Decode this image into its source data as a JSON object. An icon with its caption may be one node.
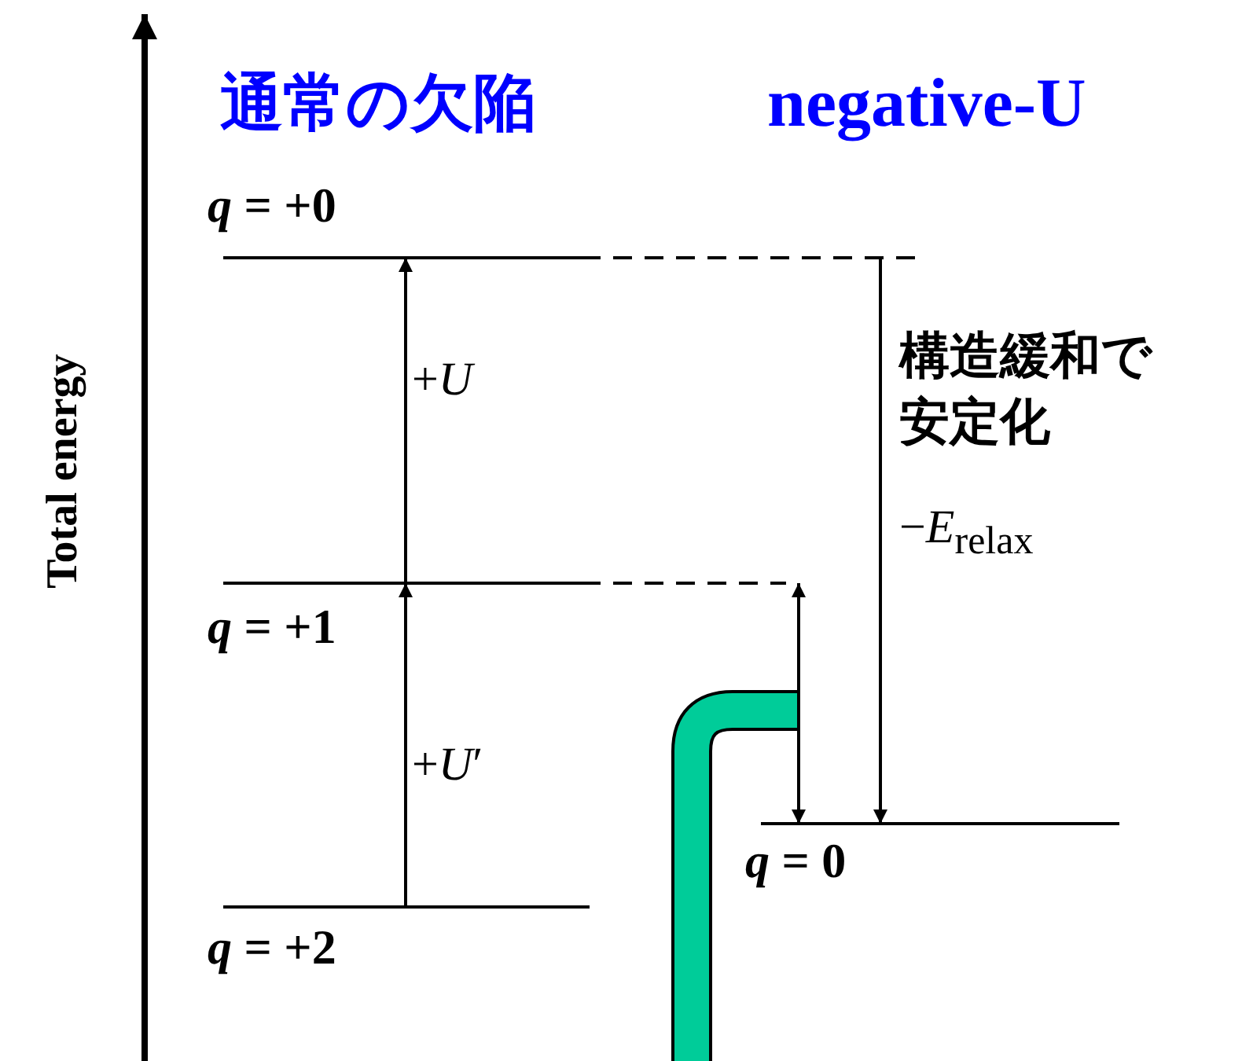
{
  "diagram": {
    "nodes": [
      {
        "text": [
          "*q* = +0"
        ]
      },
      {
        "text": [
          "*q* = +1"
        ]
      },
      {
        "text": [
          "*q* = +2"
        ]
      },
      {
        "text": [
          "*q* = 0"
        ]
      }
    ],
    "edges": [
      {
        "from": 1,
        "to": 0,
        "arrow": "to",
        "label": "+*U*"
      },
      {
        "from": 2,
        "to": 1,
        "arrow": "to",
        "label": "+*U*′"
      },
      {
        "from": 0,
        "to": 3,
        "arrow": "to",
        "label": "構造緩和で安定化"
      },
      {
        "from": 1,
        "to": 3,
        "arrow": "both"
      }
    ],
    "labels": [
      "通常の欠陥",
      "negative-U",
      "Total energy",
      "−*E*$_{relax}$"
    ]
  }
}
